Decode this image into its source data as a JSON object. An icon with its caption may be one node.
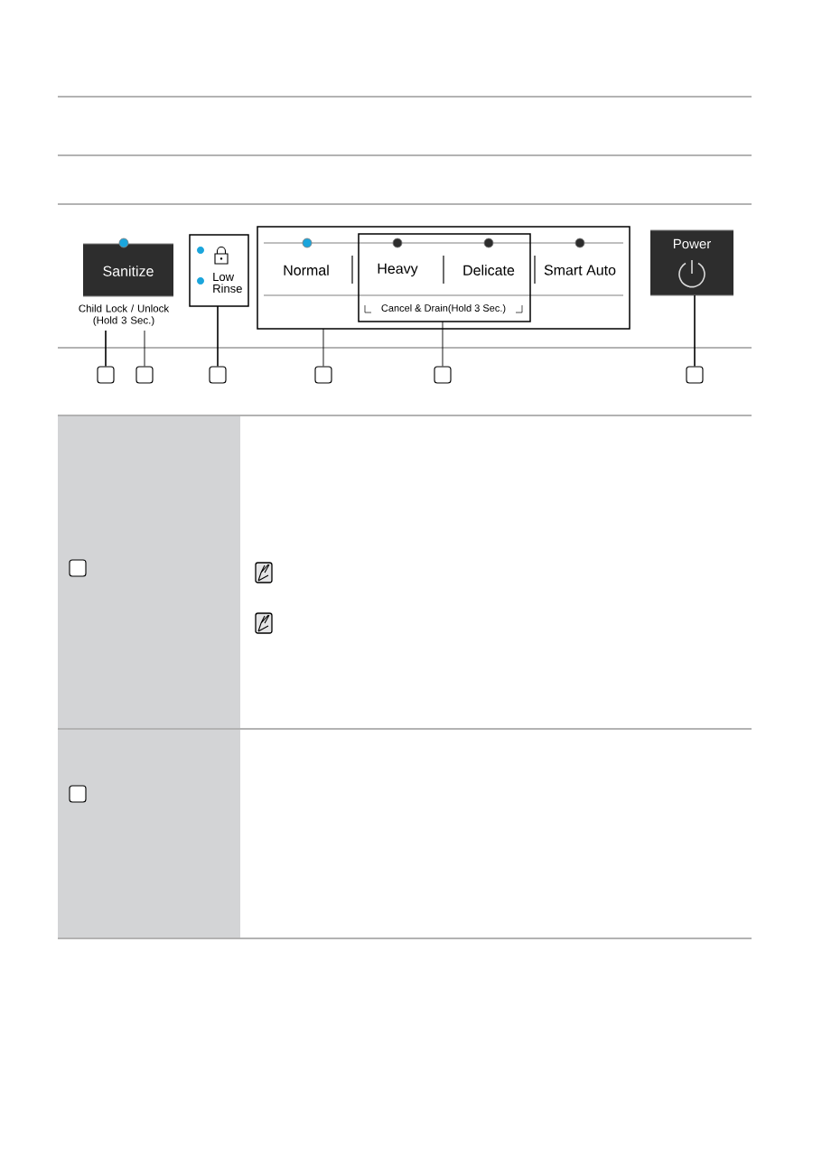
{
  "diagram": {
    "nodes": [
      {
        "text": [
          "Sanitize"
        ]
      },
      {
        "text": [
          "Child Lock / Unlock (Hold 3 Sec.)"
        ]
      },
      {
        "text": [
          "Low Rinse"
        ]
      },
      {
        "text": [
          "Normal",
          "Smart Auto"
        ]
      },
      {
        "text": [
          "Heavy",
          "Delicate",
          "Cancel & Drain(Hold 3 Sec.)"
        ],
        "in": 3
      },
      {
        "text": [
          "Power"
        ]
      },
      {
        "text": [],
        "shape": "box"
      },
      {
        "text": [],
        "shape": "box"
      },
      {
        "text": [],
        "shape": "box"
      },
      {
        "text": [],
        "shape": "box"
      },
      {
        "text": [],
        "shape": "box"
      },
      {
        "text": [],
        "shape": "box"
      },
      {
        "text": [],
        "shape": "box"
      },
      {
        "text": [],
        "shape": "box"
      }
    ],
    "edges": [
      {
        "from": 1,
        "to": 6,
        "arrow": "none"
      },
      {
        "from": 1,
        "to": 7,
        "arrow": "none"
      },
      {
        "from": 2,
        "to": 8,
        "arrow": "none"
      },
      {
        "from": 3,
        "to": 9,
        "arrow": "none"
      },
      {
        "from": 4,
        "to": 10,
        "arrow": "none"
      },
      {
        "from": 5,
        "to": 11,
        "arrow": "none"
      }
    ]
  }
}
